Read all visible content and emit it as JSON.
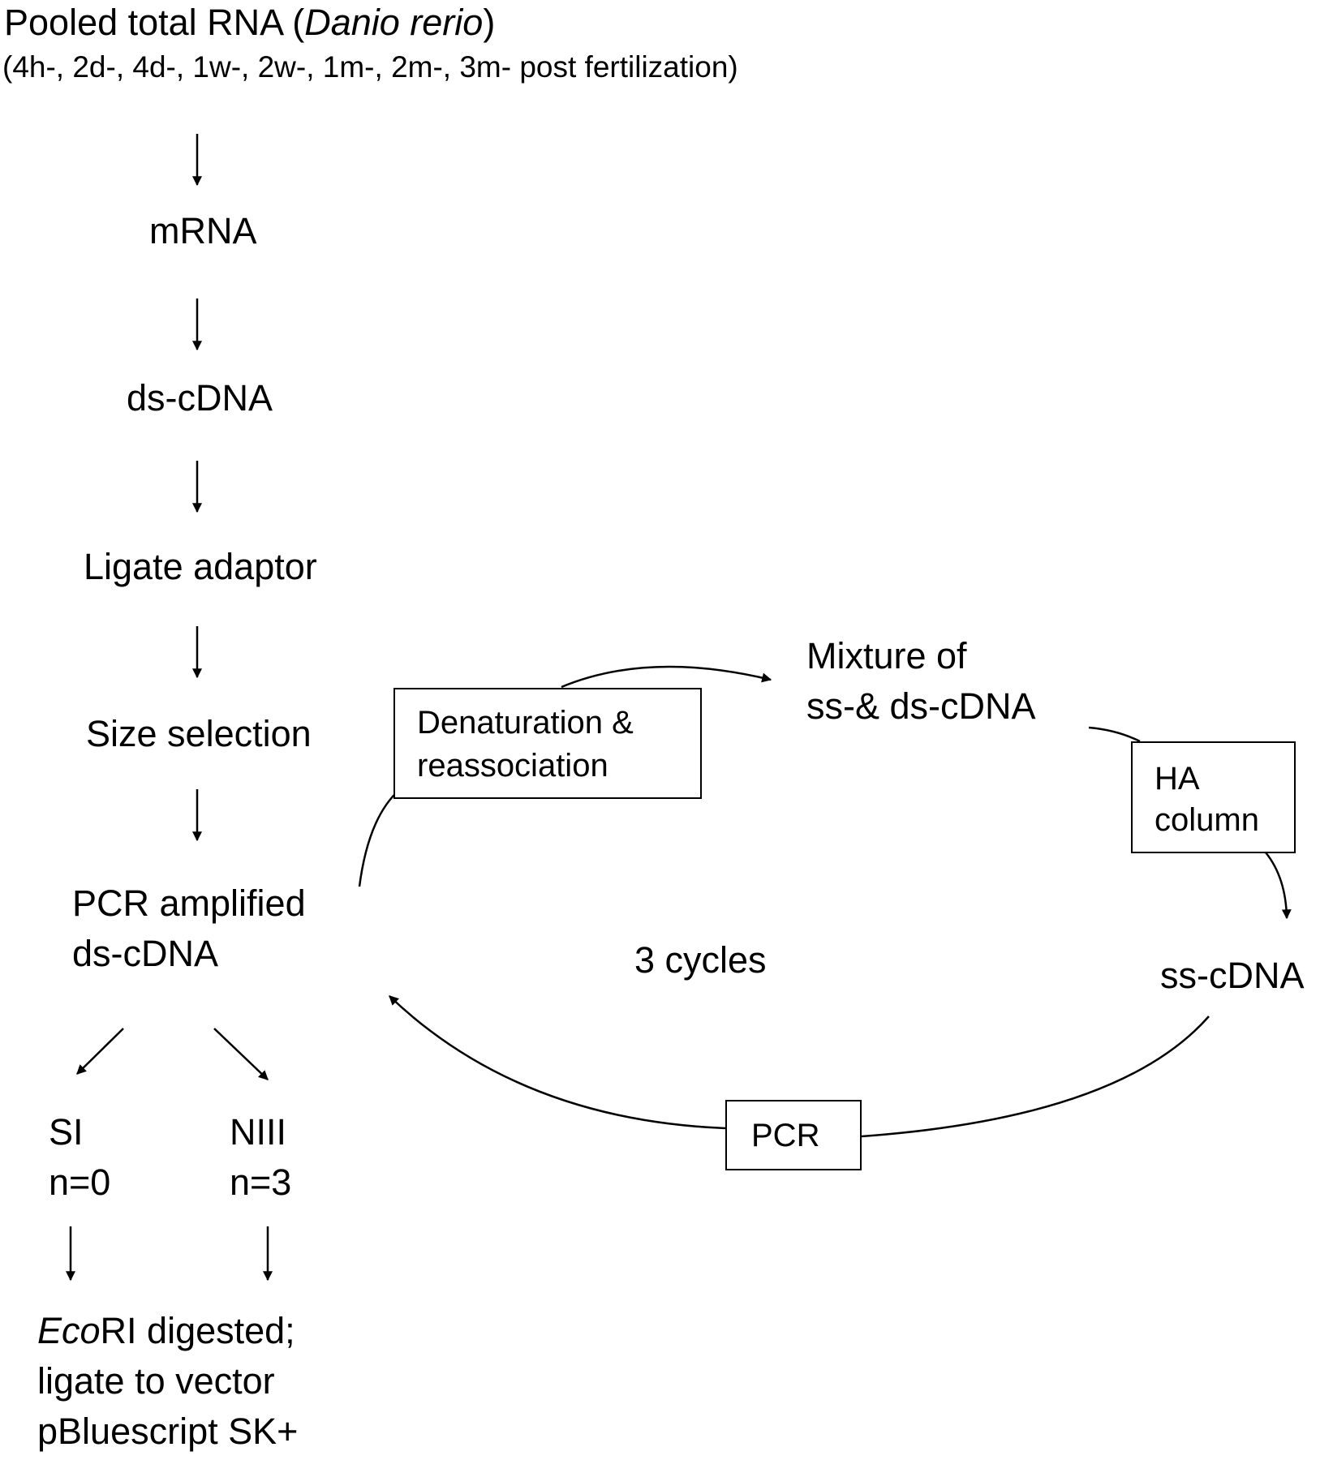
{
  "title": {
    "prefix": "Pooled total RNA (",
    "species": "Danio rerio",
    "suffix": ")",
    "subtitle": "(4h-, 2d-, 4d-, 1w-, 2w-, 1m-, 2m-, 3m- post fertilization)"
  },
  "steps": {
    "mrna": "mRNA",
    "ds_cdna": "ds-cDNA",
    "ligate_adaptor": "Ligate adaptor",
    "size_selection": "Size selection",
    "pcr_amplified_1": "PCR amplified",
    "pcr_amplified_2": "ds-cDNA"
  },
  "cycle": {
    "denaturation_1": "Denaturation &",
    "denaturation_2": "reassociation",
    "mixture_1": "Mixture of",
    "mixture_2": "ss-& ds-cDNA",
    "ha_1": "HA",
    "ha_2": "column",
    "ss_cdna": "ss-cDNA",
    "pcr": "PCR",
    "cycles": "3 cycles"
  },
  "branches": {
    "si_name": "SI",
    "si_n": "n=0",
    "niii_name": "NIII",
    "niii_n": "n=3"
  },
  "final": {
    "enzyme": "Eco",
    "enzyme_rest": "RI digested;",
    "line2": "ligate to vector",
    "line3": "pBluescript SK+"
  }
}
